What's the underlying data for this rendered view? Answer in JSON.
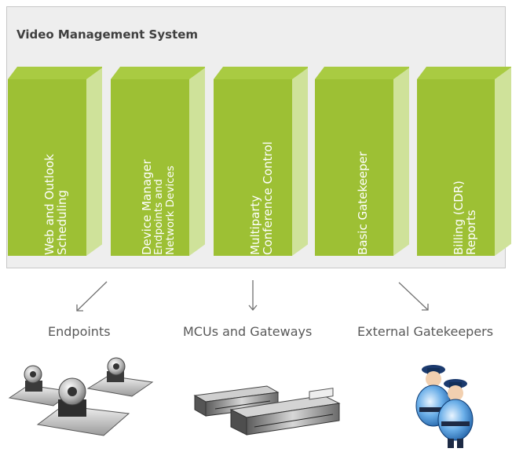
{
  "system": {
    "title": "Video Management System"
  },
  "modules": [
    {
      "line1": "Web and Outlook",
      "line2": "Scheduling",
      "line3": ""
    },
    {
      "line1": "Device Manager",
      "line2": "Endpoints and",
      "line3": "Network Devices"
    },
    {
      "line1": "Multiparty",
      "line2": "Conference Control",
      "line3": ""
    },
    {
      "line1": "Basic Gatekeeper",
      "line2": "",
      "line3": ""
    },
    {
      "line1": "Billing (CDR)",
      "line2": "Reports",
      "line3": ""
    }
  ],
  "categories": [
    {
      "label": "Endpoints",
      "icon": "video-cameras-icon"
    },
    {
      "label": "MCUs and Gateways",
      "icon": "mcu-gateway-servers-icon"
    },
    {
      "label": "External Gatekeepers",
      "icon": "gatekeeper-guards-icon"
    }
  ],
  "colors": {
    "module_front": "#9dc034",
    "module_top": "#a9cb42",
    "module_side": "#cfe29a",
    "panel": "#eeeeee",
    "text": "#404040",
    "arrow": "#707070"
  }
}
